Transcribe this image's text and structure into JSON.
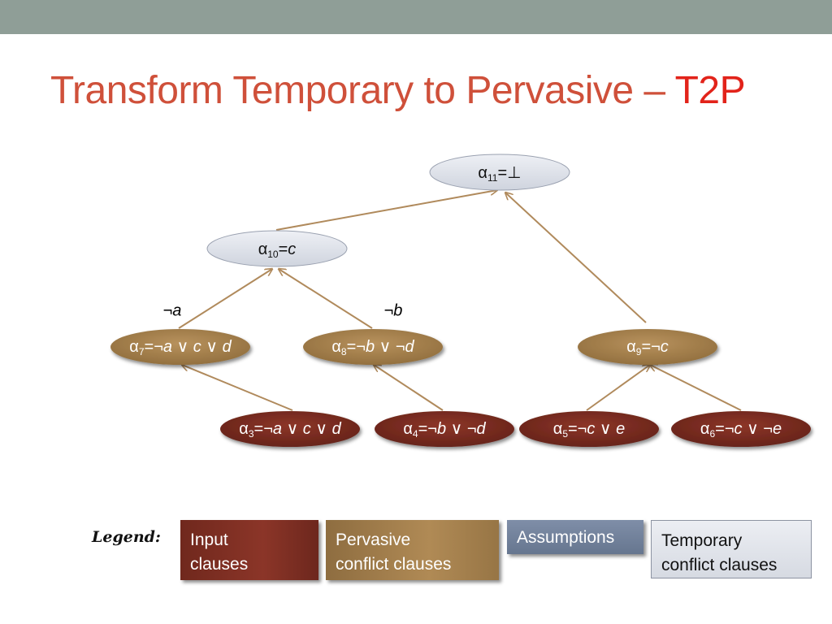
{
  "slide": {
    "title_main": "Transform Temporary to Pervasive – ",
    "title_highlight": "T2P"
  },
  "nodes": {
    "a11": {
      "alpha": "α",
      "sub": "11",
      "rest": "=⊥"
    },
    "a10": {
      "alpha": "α",
      "sub": "10",
      "eq": "=",
      "v1": "c"
    },
    "a7": {
      "alpha": "α",
      "sub": "7",
      "eq": "=¬",
      "v1": "a",
      "op1": " ∨ ",
      "v2": "c",
      "op2": " ∨ ",
      "v3": "d"
    },
    "a8": {
      "alpha": "α",
      "sub": "8",
      "eq": "=¬",
      "v1": "b",
      "op1": " ∨ ¬",
      "v2": "d"
    },
    "a9": {
      "alpha": "α",
      "sub": "9",
      "eq": "=¬",
      "v1": "c"
    },
    "a3": {
      "alpha": "α",
      "sub": "3",
      "eq": "=¬",
      "v1": "a",
      "op1": " ∨ ",
      "v2": "c",
      "op2": " ∨ ",
      "v3": "d"
    },
    "a4": {
      "alpha": "α",
      "sub": "4",
      "eq": "=¬",
      "v1": "b",
      "op1": " ∨ ¬",
      "v2": "d"
    },
    "a5": {
      "alpha": "α",
      "sub": "5",
      "eq": "=¬",
      "v1": "c",
      "op1": " ∨ ",
      "v2": "e"
    },
    "a6": {
      "alpha": "α",
      "sub": "6",
      "eq": "=¬",
      "v1": "c",
      "op1": " ∨ ¬",
      "v2": "e"
    }
  },
  "edge_labels": {
    "neg_a": {
      "neg": "¬",
      "var": "a"
    },
    "neg_b": {
      "neg": "¬",
      "var": "b"
    }
  },
  "legend": {
    "title": "Legend:",
    "input_line1": "Input",
    "input_line2": "clauses",
    "pervasive_line1": "Pervasive",
    "pervasive_line2": "conflict clauses",
    "assumptions": "Assumptions",
    "temporary_line1": "Temporary",
    "temporary_line2": "conflict clauses"
  },
  "colors": {
    "title": "#cf503a",
    "title_highlight": "#e2231a",
    "top_bar": "#8f9e97",
    "input_clause": "#7a2c21",
    "pervasive_clause": "#a98350",
    "temporary_clause": "#dde0e8",
    "edge": "#b08a5c"
  }
}
